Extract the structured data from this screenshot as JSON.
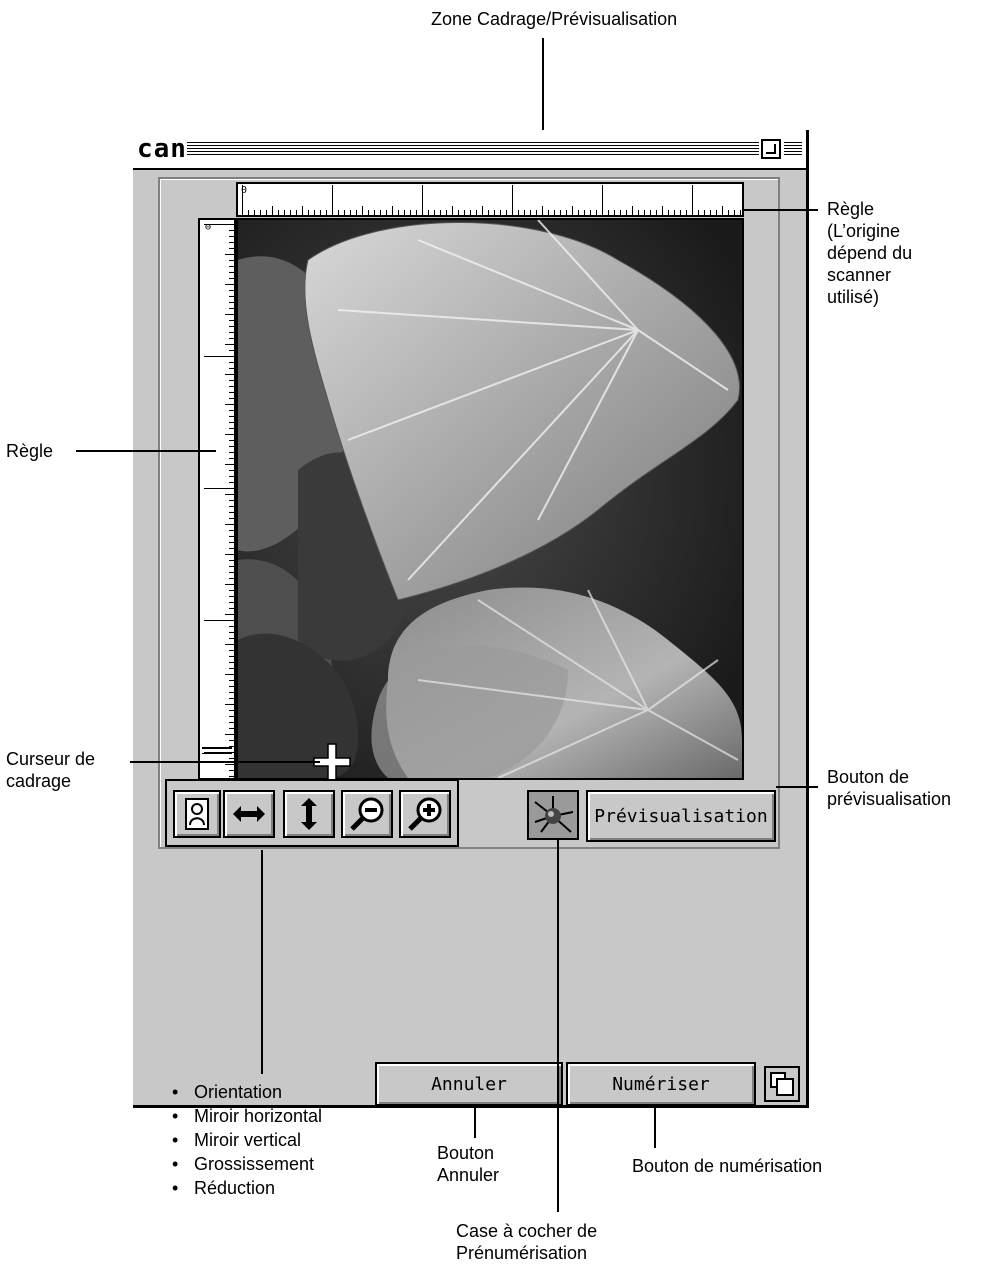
{
  "window": {
    "title": "can",
    "buttons": {
      "preview": "Prévisualisation",
      "cancel": "Annuler",
      "scan": "Numériser"
    },
    "ruler": {
      "origin": "0"
    },
    "tools": [
      {
        "name": "orientation-icon"
      },
      {
        "name": "mirror-horizontal-icon"
      },
      {
        "name": "mirror-vertical-icon"
      },
      {
        "name": "zoom-out-icon"
      },
      {
        "name": "zoom-in-icon"
      }
    ]
  },
  "callouts": {
    "crop_zone": "Zone Cadrage/Prévisualisation",
    "ruler_right": [
      "Règle",
      "(L’origine",
      "dépend du",
      "scanner",
      "utilisé)"
    ],
    "ruler_left": "Règle",
    "crop_cursor": [
      "Curseur de",
      "cadrage"
    ],
    "preview_button": [
      "Bouton de",
      "prévisualisation"
    ],
    "cancel_button": [
      "Bouton",
      "Annuler"
    ],
    "scan_button": "Bouton de numérisation",
    "prescan_checkbox": [
      "Case à cocher de",
      "Prénumérisation"
    ],
    "tools_list": [
      "Orientation",
      "Miroir horizontal",
      "Miroir vertical",
      "Grossissement",
      "Réduction"
    ]
  }
}
